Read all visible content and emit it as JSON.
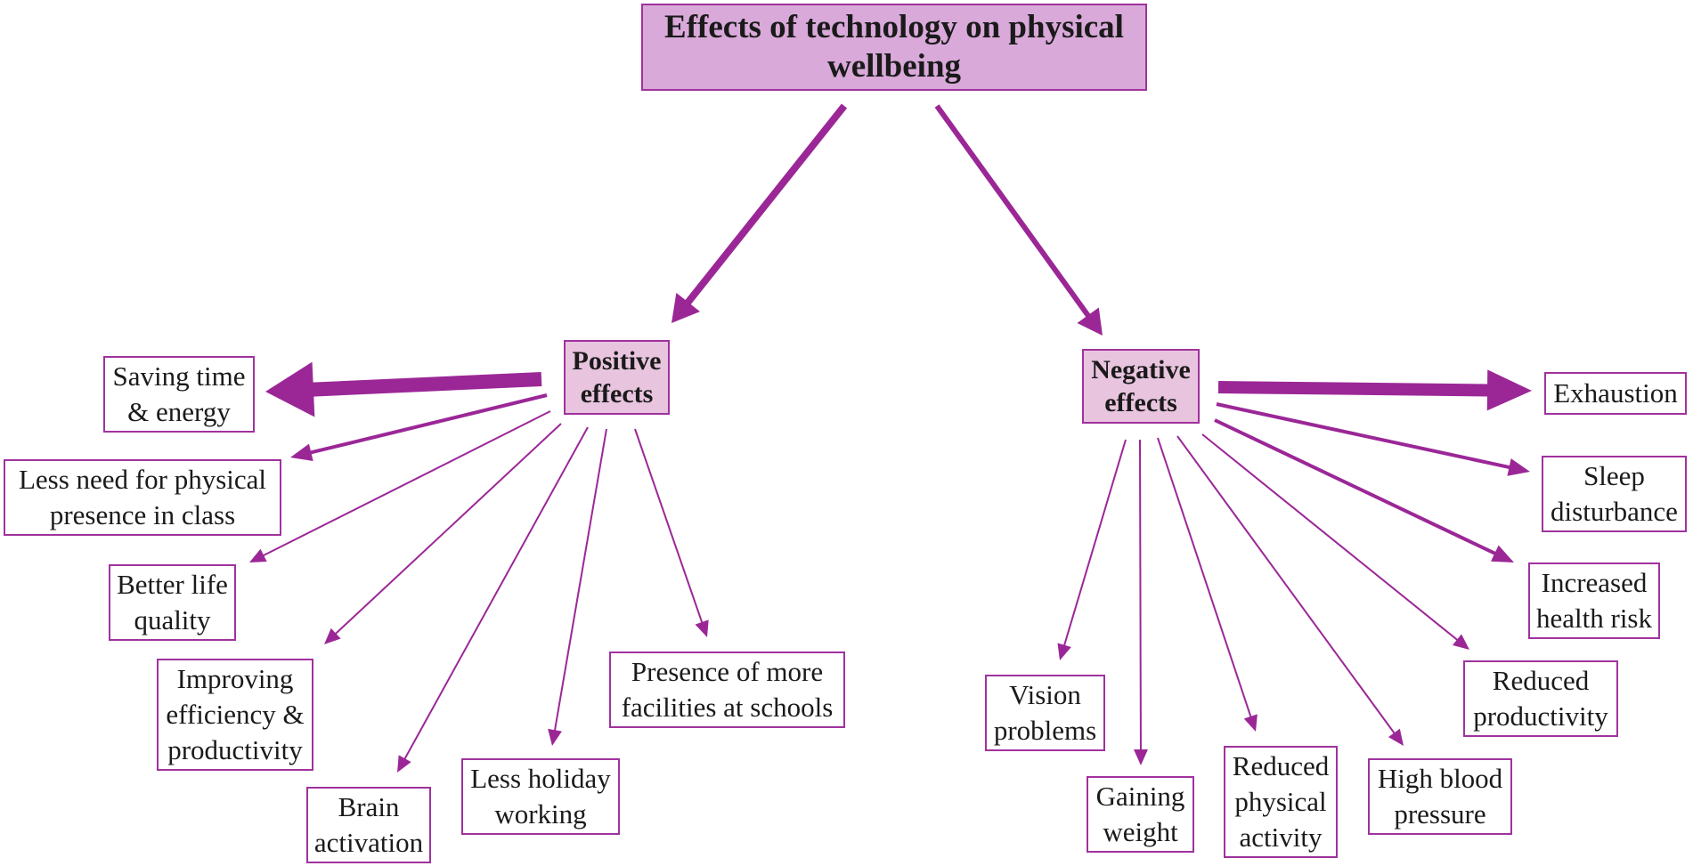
{
  "colors": {
    "arrow": "#9b2797",
    "box_border": "#a0329e",
    "title_fill": "#d9a9d9",
    "hub_fill": "#e8c4de"
  },
  "title": "Effects of technology on physical wellbeing",
  "positive": {
    "label": "Positive effects",
    "items": [
      "Saving time & energy",
      "Less need for physical presence in class",
      "Better life quality",
      "Improving efficiency & productivity",
      "Brain activation",
      "Less holiday working",
      "Presence of more facilities at schools"
    ]
  },
  "negative": {
    "label": "Negative effects",
    "items": [
      "Exhaustion",
      "Sleep disturbance",
      "Increased health risk",
      "Reduced productivity",
      "High blood pressure",
      "Reduced physical activity",
      "Gaining weight",
      "Vision problems"
    ]
  }
}
